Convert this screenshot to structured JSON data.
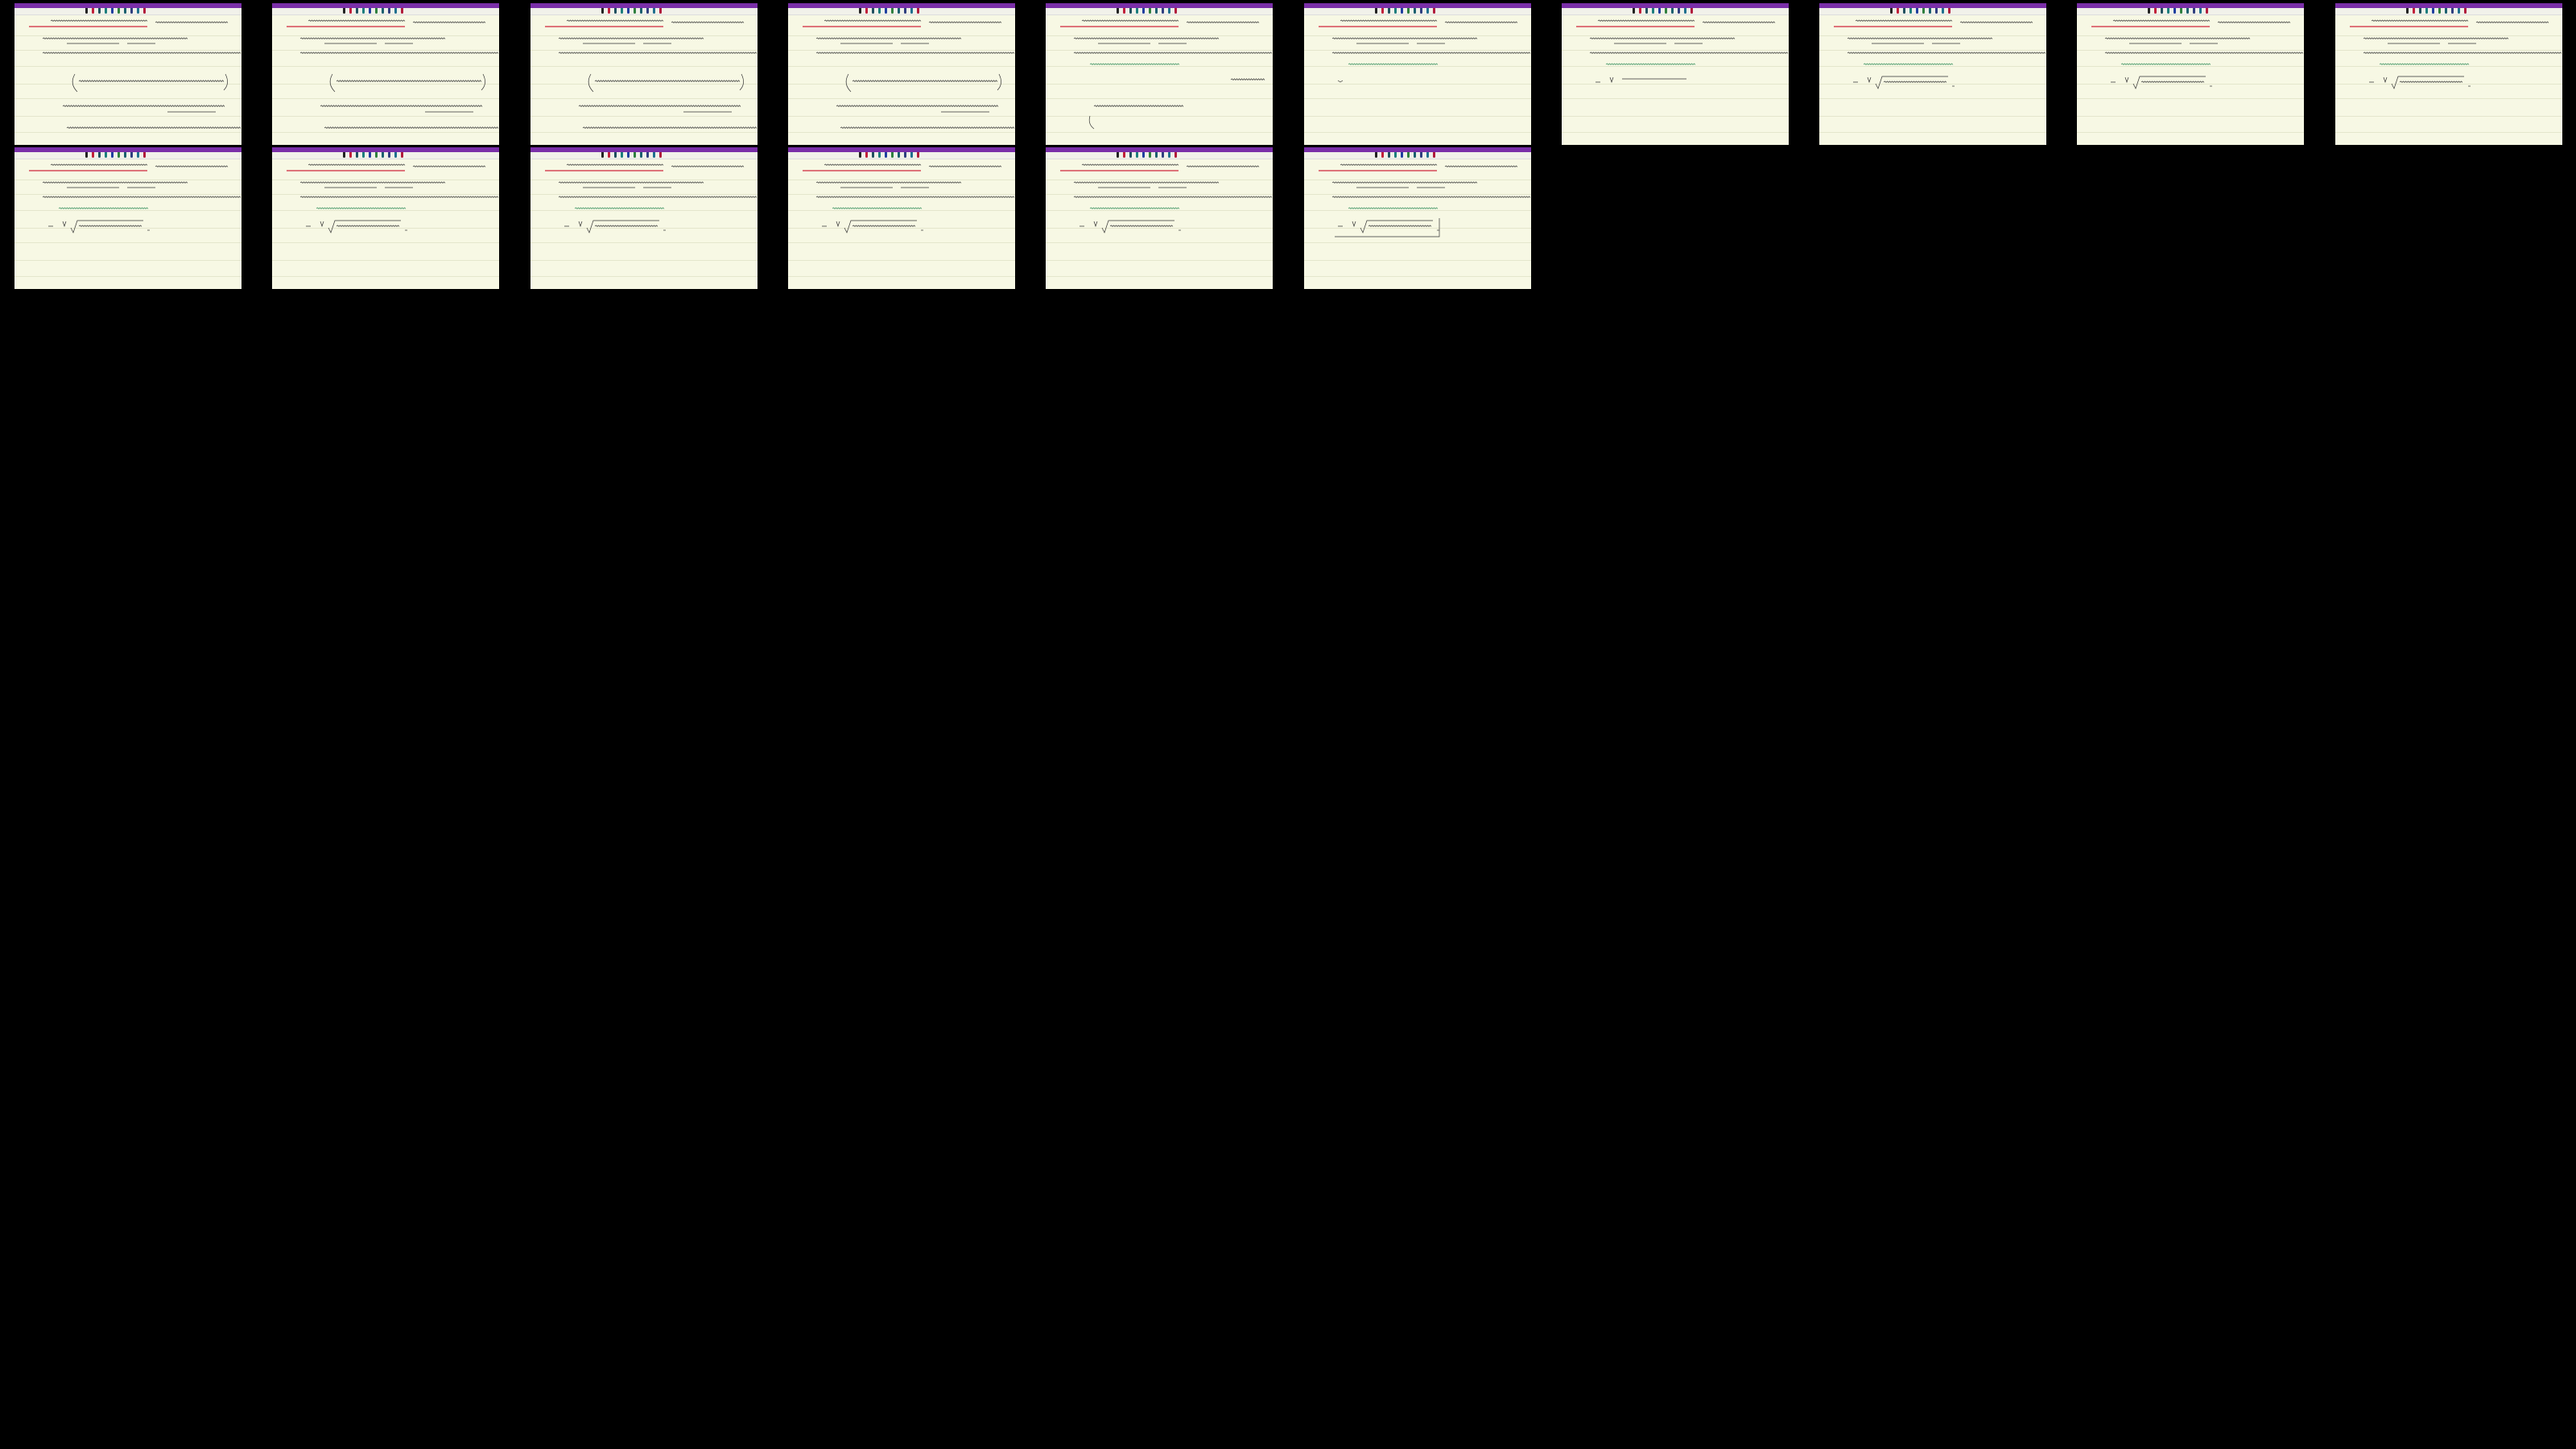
{
  "frame_count": 16,
  "columns": 10,
  "colors": {
    "background": "#000000",
    "page": "#f7f8e4",
    "titlebar": "#7a2fa8",
    "ink": "#333333",
    "green_ink": "#2e8b57",
    "red_ink": "#d0243a",
    "pens": [
      "#222222",
      "#c0203a",
      "#1f4f5f",
      "#1b7d7d",
      "#1f3f9f",
      "#2f7f3f",
      "#1b5f6f",
      "#2f3f7f",
      "#1f6f8f",
      "#b01c3c"
    ]
  },
  "frames": [
    {
      "stage": "matrix"
    },
    {
      "stage": "matrix"
    },
    {
      "stage": "matrix"
    },
    {
      "stage": "matrix"
    },
    {
      "stage": "partial"
    },
    {
      "stage": "blank"
    },
    {
      "stage": "start"
    },
    {
      "stage": "result"
    },
    {
      "stage": "result"
    },
    {
      "stage": "result"
    },
    {
      "stage": "result"
    },
    {
      "stage": "result"
    },
    {
      "stage": "result"
    },
    {
      "stage": "result"
    },
    {
      "stage": "result"
    },
    {
      "stage": "boxed"
    }
  ]
}
